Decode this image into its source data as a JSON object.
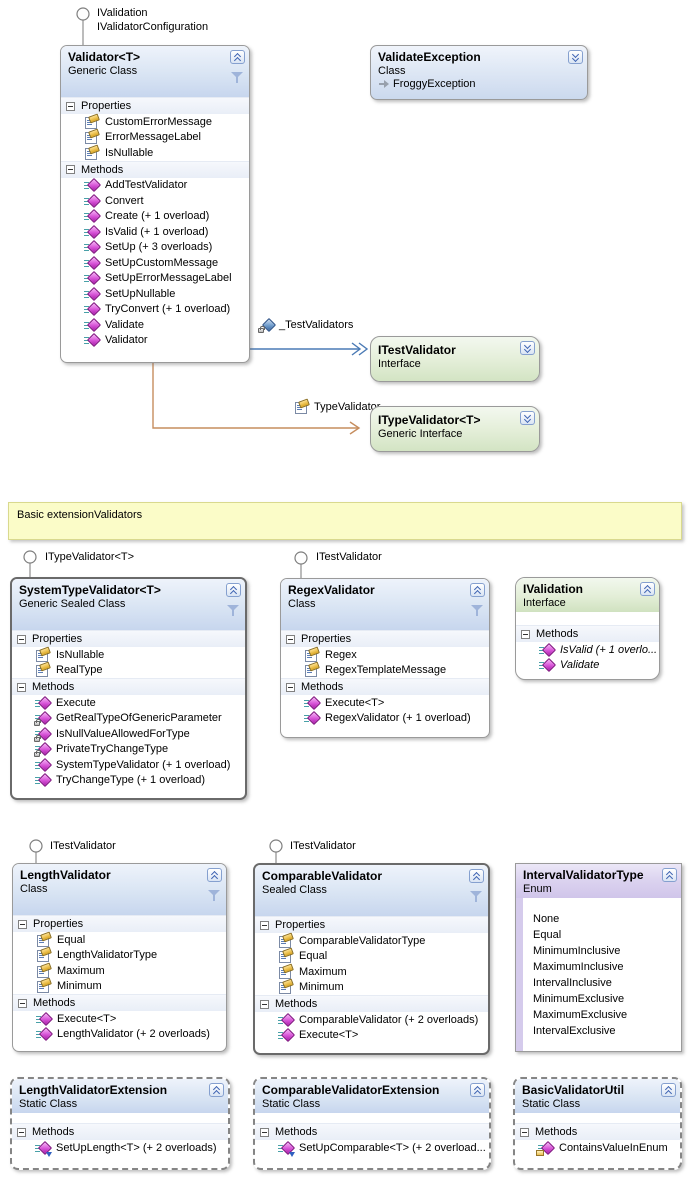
{
  "labels": {
    "properties": "Properties",
    "methods": "Methods"
  },
  "comment": {
    "text": "Basic extensionValidators"
  },
  "lollipops": {
    "validator": [
      "IValidation",
      "IValidatorConfiguration"
    ],
    "system_type_validator": "ITypeValidator<T>",
    "regex_validator": "ITestValidator",
    "length_validator": "ITestValidator",
    "comparable_validator": "ITestValidator"
  },
  "associations": {
    "test_validators": {
      "label": "_TestValidators",
      "color": "#4a7ab5"
    },
    "type_validator": {
      "label": "TypeValidator",
      "color": "#c68d5e"
    }
  },
  "icons": {
    "collapse": "chevron-double-up",
    "expand": "chevron-double-down",
    "filter": "funnel",
    "property": "property-card",
    "method": "magenta-diamond",
    "field": "blue-diamond",
    "private": "lock-badge",
    "extension": "down-arrow-badge",
    "internal": "envelope-badge",
    "inherits": "right-arrow",
    "lollipop": "circle"
  },
  "nodes": {
    "validator": {
      "title": "Validator<T>",
      "kind": "Generic Class",
      "properties": [
        "CustomErrorMessage",
        "ErrorMessageLabel",
        "IsNullable"
      ],
      "methods": [
        "AddTestValidator",
        "Convert",
        "Create (+ 1 overload)",
        "IsValid (+ 1 overload)",
        "SetUp (+ 3 overloads)",
        "SetUpCustomMessage",
        "SetUpErrorMessageLabel",
        "SetUpNullable",
        "TryConvert (+ 1 overload)",
        "Validate",
        "Validator"
      ]
    },
    "validate_exception": {
      "title": "ValidateException",
      "kind": "Class",
      "inherits": "FroggyException"
    },
    "itest_validator": {
      "title": "ITestValidator",
      "kind": "Interface"
    },
    "itype_validator": {
      "title": "ITypeValidator<T>",
      "kind": "Generic Interface"
    },
    "system_type_validator": {
      "title": "SystemTypeValidator<T>",
      "kind": "Generic Sealed Class",
      "properties": [
        "IsNullable",
        "RealType"
      ],
      "methods": [
        "Execute",
        "GetRealTypeOfGenericParameter",
        "IsNullValueAllowedForType",
        "PrivateTryChangeType",
        "SystemTypeValidator (+ 1 overload)",
        "TryChangeType (+ 1 overload)"
      ]
    },
    "regex_validator": {
      "title": "RegexValidator",
      "kind": "Class",
      "properties": [
        "Regex",
        "RegexTemplateMessage"
      ],
      "methods": [
        "Execute<T>",
        "RegexValidator (+ 1 overload)"
      ]
    },
    "ivalidation": {
      "title": "IValidation",
      "kind": "Interface",
      "methods": [
        "IsValid (+ 1 overlo...",
        "Validate"
      ]
    },
    "length_validator": {
      "title": "LengthValidator",
      "kind": "Class",
      "properties": [
        "Equal",
        "LengthValidatorType",
        "Maximum",
        "Minimum"
      ],
      "methods": [
        "Execute<T>",
        "LengthValidator (+ 2 overloads)"
      ]
    },
    "comparable_validator": {
      "title": "ComparableValidator",
      "kind": "Sealed Class",
      "properties": [
        "ComparableValidatorType",
        "Equal",
        "Maximum",
        "Minimum"
      ],
      "methods": [
        "ComparableValidator (+ 2 overloads)",
        "Execute<T>"
      ]
    },
    "interval_validator_type": {
      "title": "IntervalValidatorType",
      "kind": "Enum",
      "values": [
        "None",
        "Equal",
        "MinimumInclusive",
        "MaximumInclusive",
        "IntervalInclusive",
        "MinimumExclusive",
        "MaximumExclusive",
        "IntervalExclusive"
      ]
    },
    "length_validator_extension": {
      "title": "LengthValidatorExtension",
      "kind": "Static Class",
      "methods": [
        "SetUpLength<T> (+ 2 overloads)"
      ]
    },
    "comparable_validator_extension": {
      "title": "ComparableValidatorExtension",
      "kind": "Static Class",
      "methods": [
        "SetUpComparable<T> (+ 2 overload..."
      ]
    },
    "basic_validator_util": {
      "title": "BasicValidatorUtil",
      "kind": "Static Class",
      "methods": [
        "ContainsValueInEnum"
      ]
    }
  }
}
